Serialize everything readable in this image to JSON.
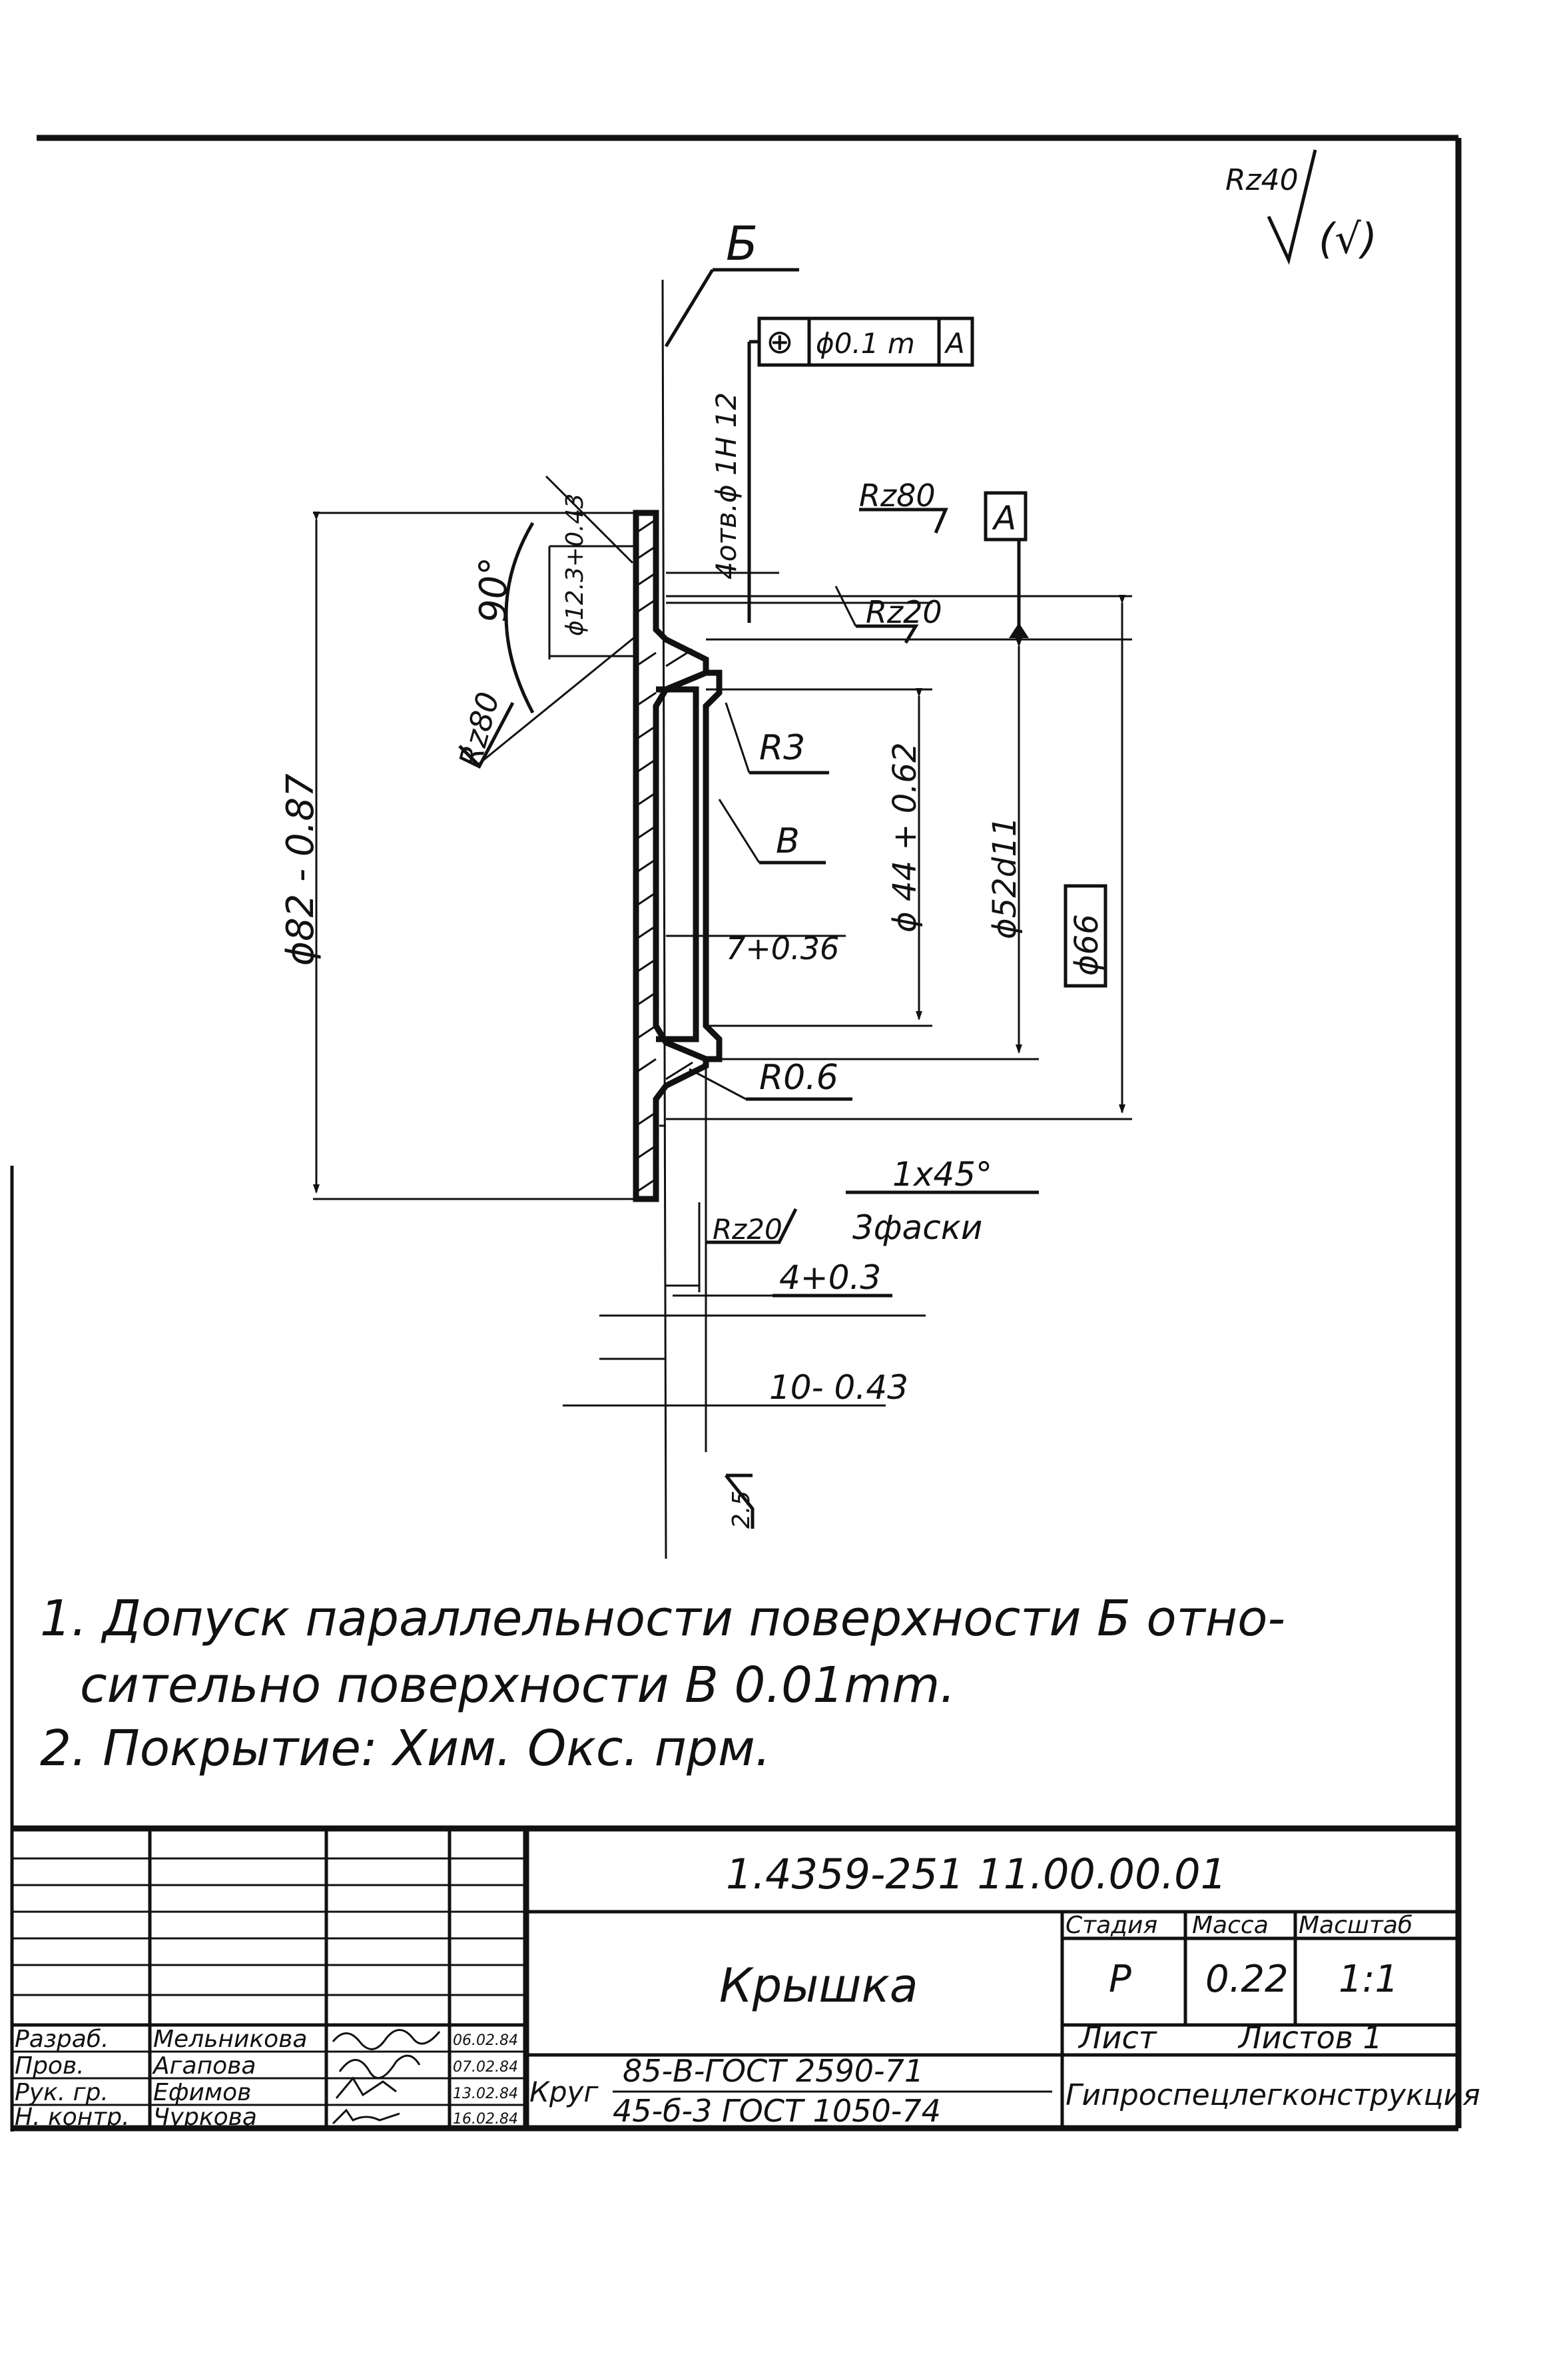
{
  "drawing": {
    "roughness_general": "Rz40",
    "roughness_general_paren": "(√)",
    "surface_B_label": "Б",
    "surface_V_label": "В",
    "datum_A_label": "A",
    "position_frame": {
      "symbol": "⊕",
      "tolerance": "ϕ0.1 m",
      "datum": "A"
    },
    "holes_callout": "4отв.ϕ 1Н 12",
    "small_hole_dia": "ϕ12.3+0.43",
    "angle": "90°",
    "rough_rz80_left": "Rz80",
    "rough_rz80_top": "Rz80",
    "rough_rz20_top": "Rz20",
    "rough_rz20_bottom": "Rz20",
    "dia_outer": "ϕ82 - 0.87",
    "radius_r3": "R3",
    "radius_r06": "R0.6",
    "depth": "7+0.36",
    "dia_44": "ϕ 44 + 0.62",
    "dia_52": "ϕ52d11",
    "dia_66": "ϕ66",
    "chamfer_line1": "1x45°",
    "chamfer_line2": "3фаски",
    "thickness_4": "4+0.3",
    "thickness_10": "10- 0.43",
    "rough_25": "2.5"
  },
  "notes": [
    "1. Допуск параллельности поверхности Б отно-",
    "сительно поверхности В 0.01mm.",
    "2. Покрытие: Хим. Окс. прм."
  ],
  "title_block": {
    "designation": "1.4359-251 11.00.00.01",
    "part_name": "Крышка",
    "stage_header": "Стадия",
    "mass_header": "Масса",
    "scale_header": "Масштаб",
    "stage_value": "P",
    "mass_value": "0.22",
    "scale_value": "1:1",
    "sheet_label": "Лист",
    "sheets_label": "Листов 1",
    "material_prefix": "Круг",
    "material_line1": "85-В-ГОСТ 2590-71",
    "material_line2": "45-б-3 ГОСТ 1050-74",
    "organization": "Гипроспецлегконструкция",
    "signatures": [
      {
        "role": "Разраб.",
        "name": "Мельникова",
        "date": "06.02.84"
      },
      {
        "role": "Пров.",
        "name": "Агапова",
        "date": "07.02.84"
      },
      {
        "role": "Рук. гр.",
        "name": "Ефимов",
        "date": "13.02.84"
      },
      {
        "role": "Н. контр.",
        "name": "Чуркова",
        "date": "16.02.84"
      }
    ]
  }
}
